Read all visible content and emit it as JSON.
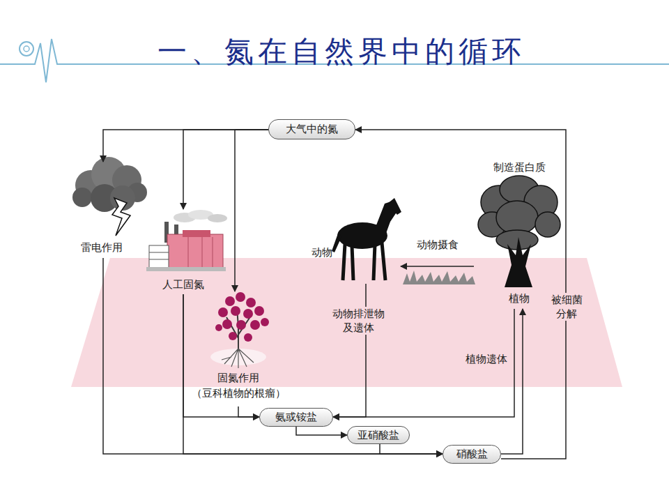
{
  "diagram": {
    "title": "一、氮在自然界中的循环",
    "nodes": [
      {
        "text": [
          "大气中的氮"
        ]
      },
      {
        "text": [
          "雷电作用"
        ]
      },
      {
        "text": [
          "人工固氮"
        ]
      },
      {
        "text": [
          "固氮作用",
          "（豆科植物的根瘤）"
        ]
      },
      {
        "text": [
          "动物"
        ]
      },
      {
        "text": [
          "制造蛋白质",
          "植物"
        ]
      },
      {
        "text": [
          "氨或铵盐"
        ]
      },
      {
        "text": [
          "亚硝酸盐"
        ]
      },
      {
        "text": [
          "硝酸盐"
        ]
      }
    ],
    "edges": [
      {
        "from": 0,
        "to": 1,
        "arrow": "to"
      },
      {
        "from": 0,
        "to": 2,
        "arrow": "to"
      },
      {
        "from": 0,
        "to": 3,
        "arrow": "to"
      },
      {
        "from": 1,
        "to": 8,
        "arrow": "to"
      },
      {
        "from": 2,
        "to": 6,
        "arrow": "to"
      },
      {
        "from": 2,
        "to": 8,
        "arrow": "to"
      },
      {
        "from": 3,
        "to": 6,
        "arrow": "to"
      },
      {
        "from": 4,
        "to": 6,
        "label": "动物排泄物及遗体",
        "arrow": "to"
      },
      {
        "from": 5,
        "to": 6,
        "label": "植物遗体",
        "arrow": "to"
      },
      {
        "from": 6,
        "to": 7,
        "arrow": "to"
      },
      {
        "from": 7,
        "to": 8,
        "arrow": "to"
      },
      {
        "from": 8,
        "to": 5,
        "arrow": "to"
      },
      {
        "from": 5,
        "to": 4,
        "label": "动物摄食",
        "arrow": "to"
      },
      {
        "from": 8,
        "to": 0,
        "label": "被细菌分解",
        "arrow": "to"
      }
    ]
  }
}
